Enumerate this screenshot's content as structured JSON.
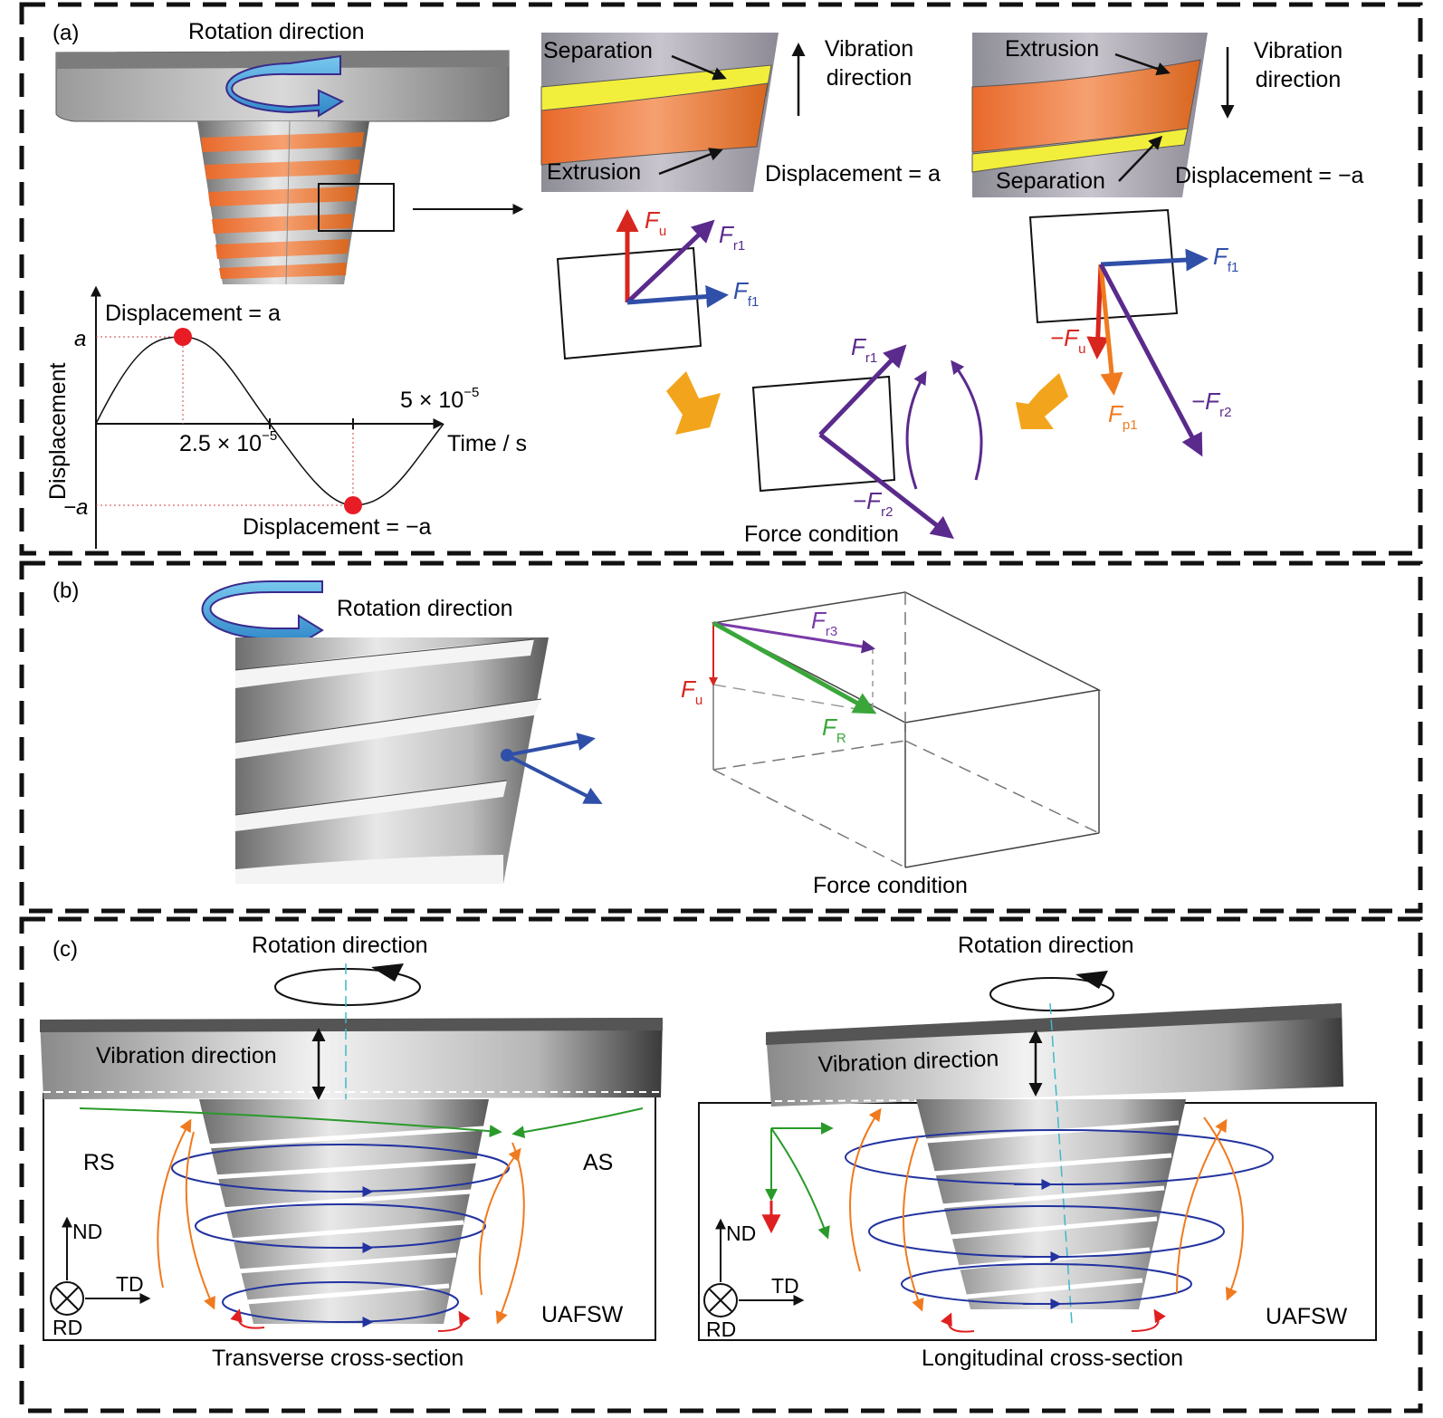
{
  "panels": {
    "a": {
      "label": "(a)",
      "rotation_label": "Rotation direction",
      "zoom_pos": {
        "separation": "Separation",
        "extrusion": "Extrusion",
        "vibration_line1": "Vibration",
        "vibration_line2": "direction",
        "displacement": "Displacement = a"
      },
      "zoom_neg": {
        "separation": "Separation",
        "extrusion": "Extrusion",
        "vibration_line1": "Vibration",
        "vibration_line2": "direction",
        "displacement": "Displacement = −a"
      },
      "forces": {
        "Fu": "F",
        "Fu_sub": "u",
        "Fr1": "F",
        "Fr1_sub": "r1",
        "Ff1": "F",
        "Ff1_sub": "f1",
        "Ff1b": "F",
        "Ff1b_sub": "f1",
        "negFu": "−F",
        "negFu_sub": "u",
        "Fp1": "F",
        "Fp1_sub": "p1",
        "negFr2": "−F",
        "negFr2_sub": "r2",
        "Fr1c": "F",
        "Fr1c_sub": "r1",
        "negFr2c": "−F",
        "negFr2c_sub": "r2"
      },
      "force_condition": "Force condition",
      "graph": {
        "ylabel": "Displacement",
        "xlabel": "Time / s",
        "ytick_pos": "a",
        "ytick_neg": "−a",
        "xtick1": "2.5 × 10",
        "xtick1_exp": "−5",
        "xtick2": "5 × 10",
        "xtick2_exp": "−5",
        "peak_label": "Displacement = a",
        "trough_label": "Displacement = −a"
      }
    },
    "b": {
      "label": "(b)",
      "rotation_label": "Rotation direction",
      "forces": {
        "Fr3": "F",
        "Fr3_sub": "r3",
        "Fu": "F",
        "Fu_sub": "u",
        "FR": "F",
        "FR_sub": "R"
      },
      "force_condition": "Force condition"
    },
    "c": {
      "label": "(c)",
      "left": {
        "rotation_label": "Rotation direction",
        "vibration_label": "Vibration direction",
        "rs": "RS",
        "as": "AS",
        "nd": "ND",
        "td": "TD",
        "rd": "RD",
        "uafsw": "UAFSW",
        "caption": "Transverse cross-section"
      },
      "right": {
        "rotation_label": "Rotation direction",
        "vibration_label": "Vibration direction",
        "nd": "ND",
        "td": "TD",
        "rd": "RD",
        "uafsw": "UAFSW",
        "caption": "Longitudinal cross-section"
      }
    }
  },
  "colors": {
    "red": "#d7261e",
    "purple": "#5a2a8c",
    "blue": "#2f4fa8",
    "green": "#3aa63a",
    "orange": "#f07a1e",
    "yellow_arrow": "#f2a51c",
    "thread_orange": "#ef7f3c",
    "highlight_yellow": "#f2ee3c",
    "cyan_axis": "#3fb8c8"
  }
}
